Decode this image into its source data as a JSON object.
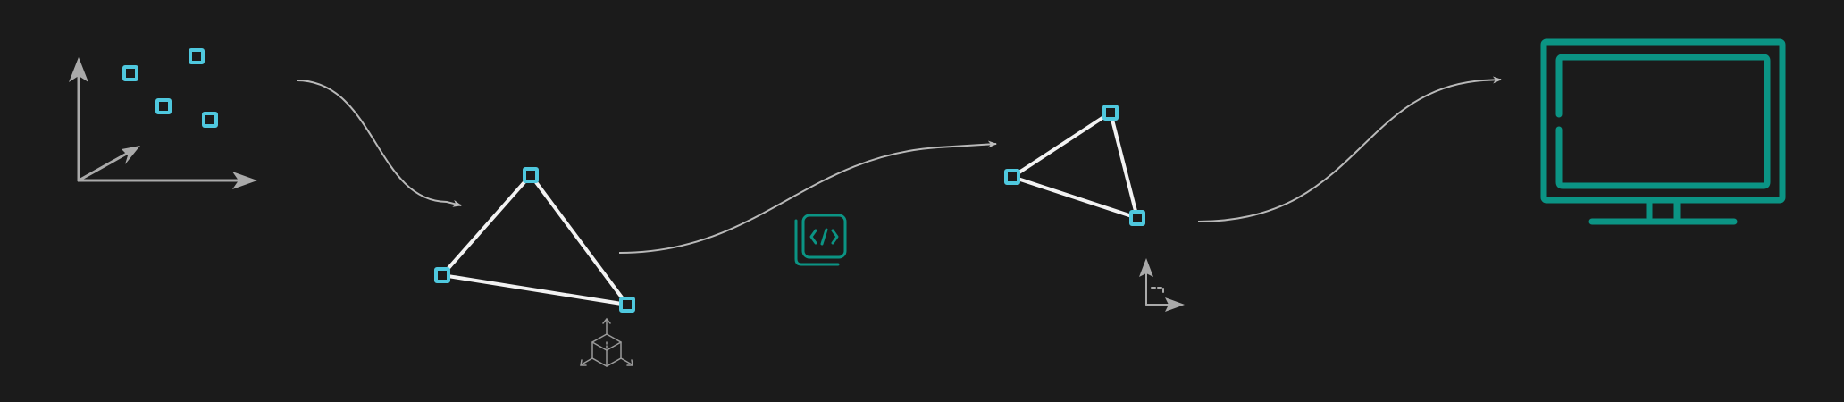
{
  "colors": {
    "background": "#1b1b1b",
    "vertex": "#4fc8de",
    "edge": "#f2f2f2",
    "axis": "#aaaaaa",
    "arrow": "#b9b9b9",
    "accent": "#0b9484",
    "small_icon": "#9a9a9a"
  },
  "stages": [
    {
      "name": "point-cloud",
      "icon": "3d-axes-icon"
    },
    {
      "name": "world-space-triangle",
      "icon": "cube-3d-transform-icon"
    },
    {
      "name": "shader-program",
      "icon": "code-file-icon"
    },
    {
      "name": "screen-space-triangle",
      "icon": "2d-axes-icon"
    },
    {
      "name": "display",
      "icon": "monitor-icon"
    }
  ],
  "connectors": [
    "flow-arrow-1",
    "flow-arrow-2",
    "flow-arrow-3"
  ]
}
